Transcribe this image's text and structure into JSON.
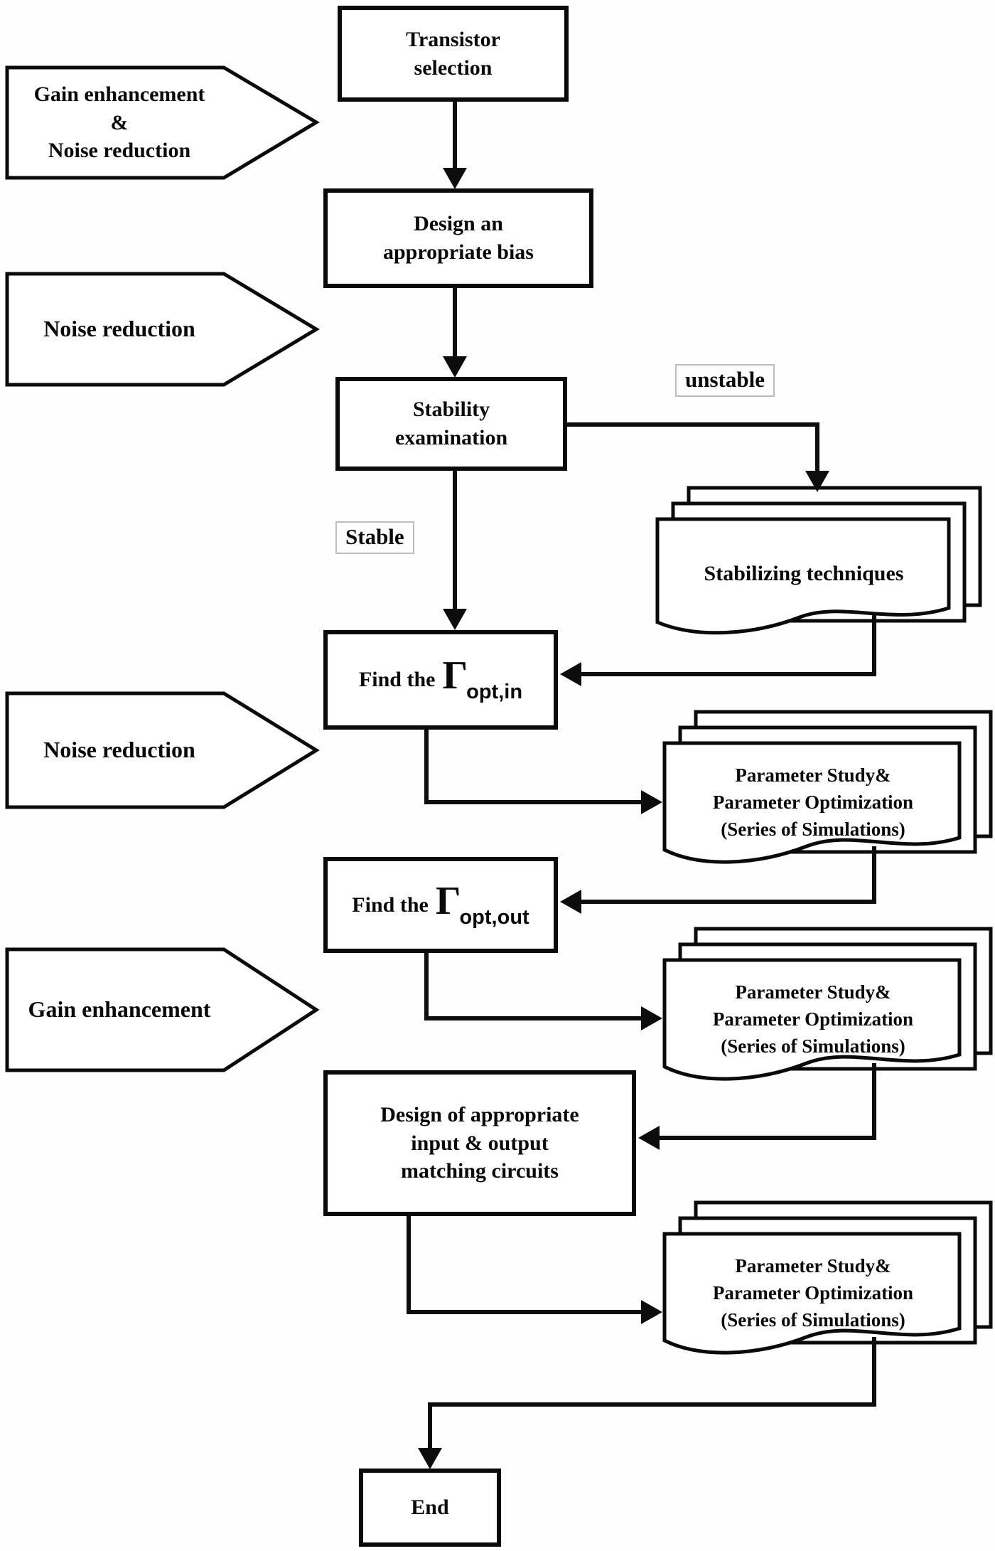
{
  "flowchart": {
    "boxes": {
      "transistor": {
        "line1": "Transistor",
        "line2": "selection"
      },
      "bias": {
        "line1": "Design an",
        "line2": "appropriate bias"
      },
      "stability": {
        "line1": "Stability",
        "line2": "examination"
      },
      "find_in": {
        "prefix": "Find the",
        "gamma": "Γ",
        "subscript": "opt,in"
      },
      "find_out": {
        "prefix": "Find the",
        "gamma": "Γ",
        "subscript": "opt,out"
      },
      "matching": {
        "line1": "Design of appropriate",
        "line2": "input & output",
        "line3": "matching circuits"
      },
      "end": {
        "label": "End"
      }
    },
    "callouts": [
      {
        "id": "gain-and-noise",
        "lines": [
          "Gain enhancement",
          "&",
          "Noise reduction"
        ]
      },
      {
        "id": "noise-reduction-1",
        "lines": [
          "Noise reduction"
        ]
      },
      {
        "id": "noise-reduction-2",
        "lines": [
          "Noise reduction"
        ]
      },
      {
        "id": "gain-enhancement",
        "lines": [
          "Gain enhancement"
        ]
      }
    ],
    "documents": {
      "stabilizing": {
        "lines": [
          "Stabilizing techniques"
        ]
      },
      "parameter_stacks": [
        {
          "lines": [
            "Parameter Study&",
            "Parameter Optimization",
            "(Series of Simulations)"
          ]
        },
        {
          "lines": [
            "Parameter Study&",
            "Parameter Optimization",
            "(Series of Simulations)"
          ]
        },
        {
          "lines": [
            "Parameter Study&",
            "Parameter Optimization",
            "(Series of Simulations)"
          ]
        }
      ]
    },
    "labels": {
      "unstable": "unstable",
      "stable": "Stable"
    },
    "colors": {
      "ink": "#0a0a0a",
      "paper": "#ffffff",
      "label_border": "#bdbdbd"
    }
  }
}
